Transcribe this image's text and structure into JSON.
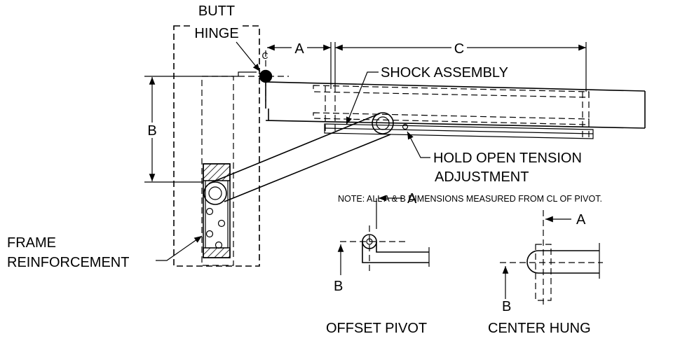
{
  "labels": {
    "butt": "BUTT",
    "hinge": "HINGE",
    "cl_mark": "C",
    "dim_a": "A",
    "dim_c": "C",
    "dim_b": "B",
    "shock_assembly": "SHOCK ASSEMBLY",
    "hold_open_1": "HOLD OPEN TENSION",
    "hold_open_2": "ADJUSTMENT",
    "note": "NOTE: ALL A & B DIMENSIONS MEASURED FROM CL OF PIVOT.",
    "frame_1": "FRAME",
    "frame_2": "REINFORCEMENT",
    "offset_a": "A",
    "offset_b": "B",
    "center_a": "A",
    "center_b": "B",
    "offset_pivot": "OFFSET PIVOT",
    "center_hung": "CENTER HUNG"
  }
}
